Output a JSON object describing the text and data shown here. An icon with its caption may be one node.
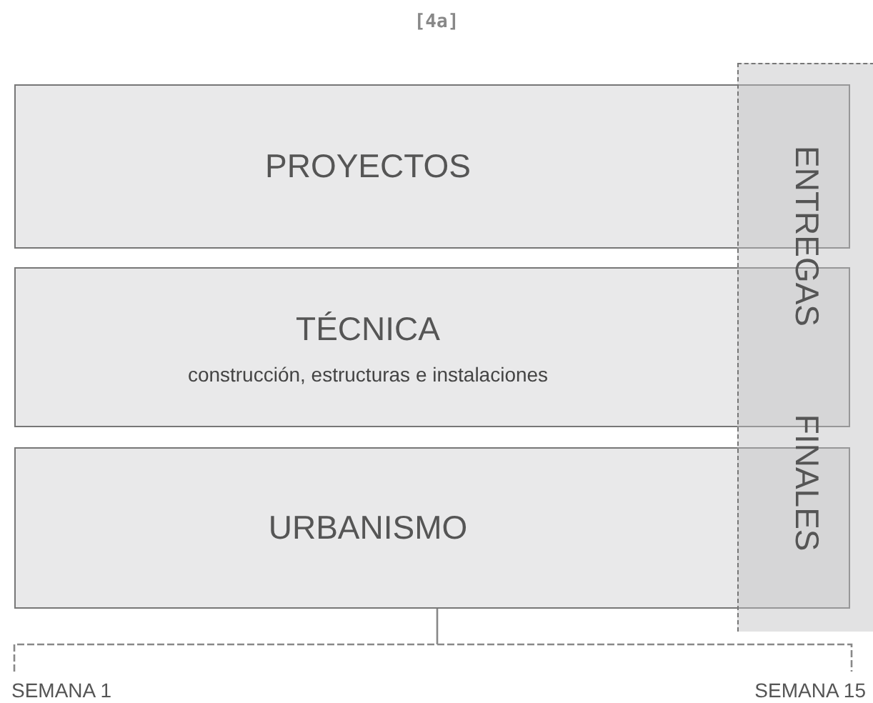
{
  "diagram": {
    "title": "[4a]",
    "nodes": [
      {
        "text": [
          "PROYECTOS"
        ]
      },
      {
        "text": [
          "TÉCNICA",
          "construcción, estructuras e instalaciones"
        ]
      },
      {
        "text": [
          "URBANISMO"
        ]
      },
      {
        "text": [
          "ENTREGAS FINALES"
        ]
      }
    ],
    "labels": [
      "SEMANA 1",
      "SEMANA 15"
    ]
  }
}
